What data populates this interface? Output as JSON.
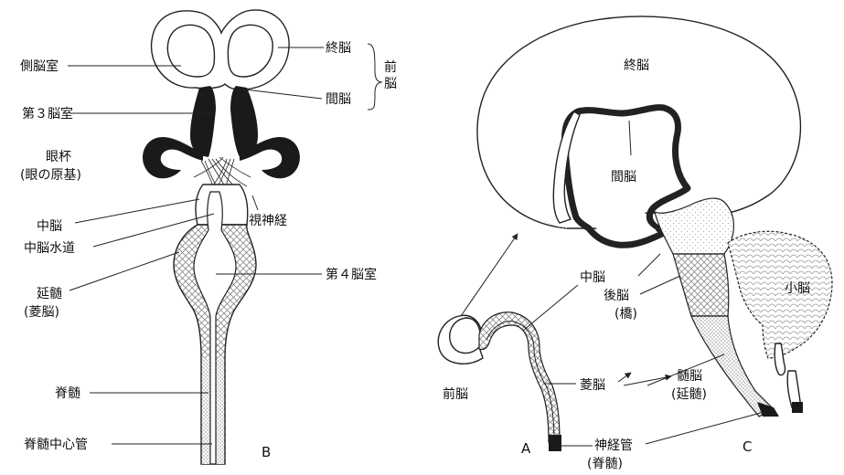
{
  "figure_b": {
    "label_lateral_ventricle": "側脳室",
    "label_telencephalon": "終脳",
    "label_forebrain": "前脳",
    "label_diencephalon": "間脳",
    "label_third_ventricle": "第３脳室",
    "label_optic_cup": "眼杯",
    "label_optic_cup_note": "(眼の原基)",
    "label_optic_nerve": "視神経",
    "label_midbrain": "中脳",
    "label_aqueduct": "中脳水道",
    "label_medulla": "延髄",
    "label_rhombencephalon": "(菱脳)",
    "label_fourth_ventricle": "第４脳室",
    "label_spinal_cord": "脊髄",
    "label_central_canal": "脊髄中心管",
    "panel_letter": "B"
  },
  "figure_c": {
    "label_telencephalon": "終脳",
    "label_diencephalon": "間脳",
    "label_midbrain": "中脳",
    "label_metencephalon": "後脳",
    "label_pons": "(橋)",
    "label_cerebellum": "小脳",
    "label_myelencephalon": "髄脳",
    "label_medulla": "(延髄)",
    "label_neural_tube": "神経管",
    "label_spinal_cord": "(脊髄)",
    "panel_letter": "C"
  },
  "figure_a": {
    "label_forebrain": "前脳",
    "label_rhombencephalon": "菱脳",
    "panel_letter": "A"
  }
}
